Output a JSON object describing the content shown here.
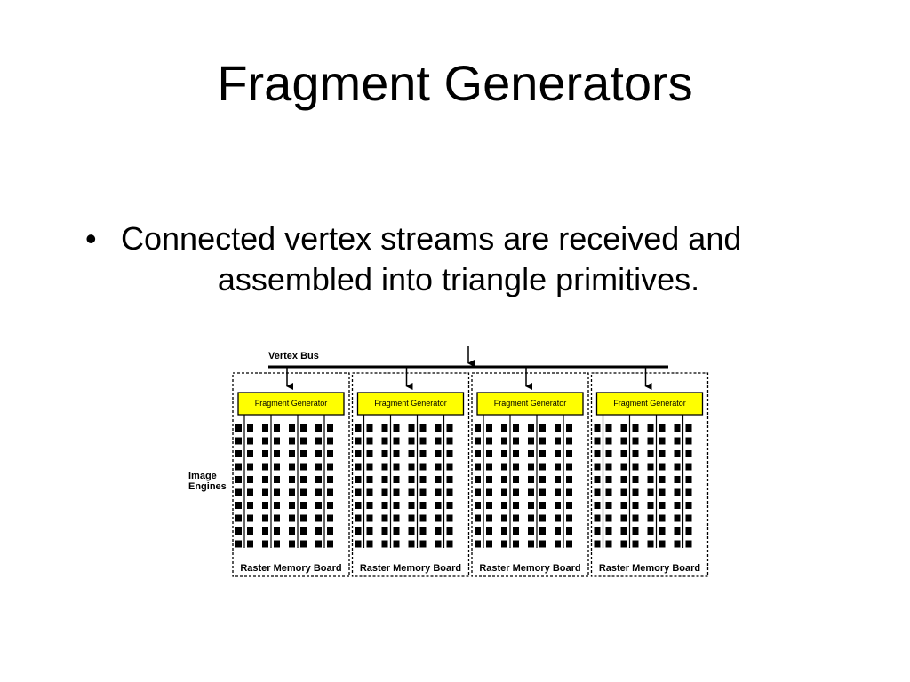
{
  "slide": {
    "title": "Fragment Generators",
    "bullet": {
      "glyph": "•",
      "line1": "Connected vertex streams are received and",
      "line2": "assembled into triangle primitives."
    }
  },
  "diagram": {
    "bus_label": "Vertex Bus",
    "side_label_line1": "Image",
    "side_label_line2": "Engines",
    "boards": [
      {
        "generator_label": "Fragment Generator",
        "board_label": "Raster Memory Board"
      },
      {
        "generator_label": "Fragment Generator",
        "board_label": "Raster Memory Board"
      },
      {
        "generator_label": "Fragment Generator",
        "board_label": "Raster Memory Board"
      },
      {
        "generator_label": "Fragment Generator",
        "board_label": "Raster Memory Board"
      }
    ],
    "colors": {
      "generator_fill": "#ffff00",
      "ink": "#000000"
    }
  }
}
